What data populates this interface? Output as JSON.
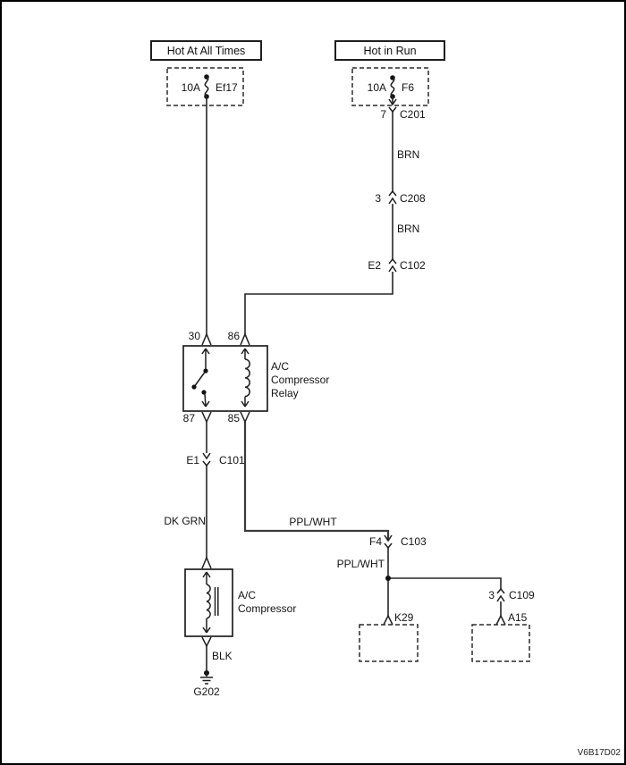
{
  "page": {
    "code": "V6B17D02"
  },
  "rails": [
    {
      "label": "Hot At All Times"
    },
    {
      "label": "Hot in Run"
    }
  ],
  "fuses": [
    {
      "rating": "10A",
      "name": "Ef17"
    },
    {
      "rating": "10A",
      "name": "F6"
    }
  ],
  "connectors": {
    "c201": {
      "pin": "7",
      "name": "C201"
    },
    "c208": {
      "pin": "3",
      "name": "C208"
    },
    "c102": {
      "pin": "E2",
      "name": "C102"
    },
    "c101": {
      "pin": "E1",
      "name": "C101"
    },
    "c103": {
      "pin": "F4",
      "name": "C103"
    },
    "c109": {
      "pin": "3",
      "name": "C109"
    }
  },
  "wires": {
    "brn1": "BRN",
    "brn2": "BRN",
    "dk_grn": "DK GRN",
    "ppl_wht1": "PPL/WHT",
    "ppl_wht2": "PPL/WHT",
    "blk": "BLK"
  },
  "relay": {
    "pin30": "30",
    "pin86": "86",
    "pin87": "87",
    "pin85": "85",
    "name_line1": "A/C",
    "name_line2": "Compressor",
    "name_line3": "Relay"
  },
  "compressor": {
    "name_line1": "A/C",
    "name_line2": "Compressor"
  },
  "ground": {
    "label": "G202"
  },
  "terminals": [
    {
      "label": "K29"
    },
    {
      "label": "A15"
    }
  ],
  "colors": {
    "ink": "#1f1f1f",
    "background": "#ffffff"
  }
}
